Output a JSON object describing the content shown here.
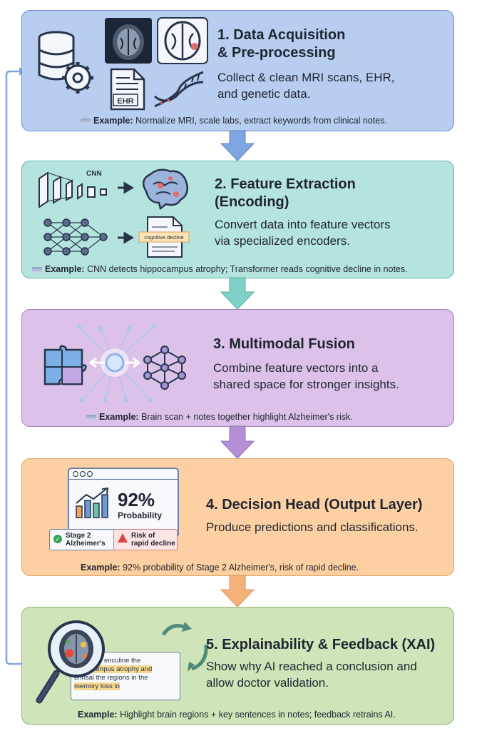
{
  "stages": [
    {
      "title": "1. Data Acquisition\n& Pre-processing",
      "desc": "Collect & clean MRI scans, EHR,\nand genetic data.",
      "example_label": "Example:",
      "example_text": " Normalize MRI, scale labs, extract keywords from clinical notes.",
      "icon_label": "EHR"
    },
    {
      "title": "2. Feature Extraction\n(Encoding)",
      "desc": "Convert data into feature vectors\nvia specialized encoders.",
      "example_label": "Example:",
      "example_text": " CNN detects hippocampus atrophy; Transformer reads cognitive decline in notes.",
      "icon_label": "CNN",
      "note_label": "cognitive decline"
    },
    {
      "title": "3. Multimodal Fusion",
      "desc": "Combine feature vectors into a\nshared space for stronger insights.",
      "example_label": "Example:",
      "example_text": " Brain scan + notes together highlight Alzheimer's risk."
    },
    {
      "title": "4. Decision Head (Output Layer)",
      "desc": "Produce predictions and classifications.",
      "example_label": "Example:",
      "example_text": " 92% probability of Stage 2 Alzheimer's, risk of rapid decline.",
      "probability": "92%",
      "probability_label": "Probability",
      "badge_stage": "Stage 2\nAlzheimer's",
      "badge_risk": "Risk of\nrapid decline"
    },
    {
      "title": "5. Explainability & Feedback (XAI)",
      "desc": "Show why AI reached a conclusion and\nallow doctor validation.",
      "example_label": "Example:",
      "example_text": " Highlight brain regions + key sentences in notes; feedback retrains AI.",
      "note_lines": [
        "enculine the",
        "hippocampus atrophy and",
        "enrisal the regions in the",
        "memory loss in"
      ]
    }
  ],
  "colors": {
    "stage1": "#b7cef0",
    "stage2": "#b5e3dd",
    "stage3": "#dcc2e8",
    "stage4": "#fdd0a3",
    "stage5": "#cfe4b8",
    "arrow1": "#7fa6e0",
    "arrow2": "#7fd0c6",
    "arrow3": "#b690d6",
    "arrow4": "#f4b27a",
    "loop": "#7fa6e0"
  }
}
